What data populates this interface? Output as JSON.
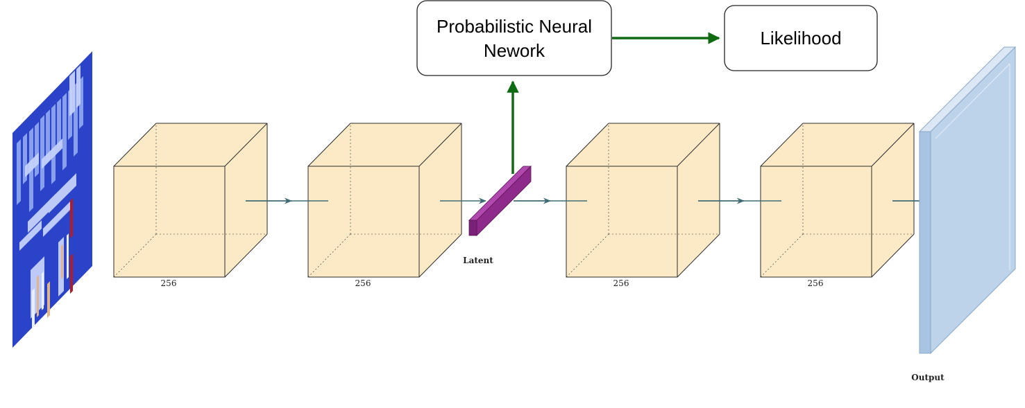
{
  "boxes": {
    "pnn_line1": "Probabilistic Neural",
    "pnn_line2": "Nework",
    "likelihood": "Likelihood"
  },
  "layers": [
    {
      "name": "encoder-block-1",
      "label": "256"
    },
    {
      "name": "encoder-block-2",
      "label": "256"
    },
    {
      "name": "decoder-block-1",
      "label": "256"
    },
    {
      "name": "decoder-block-2",
      "label": "256"
    }
  ],
  "latent_label": "Latent",
  "output_label": "Output",
  "colors": {
    "block_fill": "#fce9c6",
    "block_edge": "#2b2b2b",
    "latent": "#8e2a8a",
    "output": "#bcd3ea",
    "flow_arrow": "#3f6b75",
    "green_arrow": "#0e6b12",
    "input_bg": "#2b43c8"
  }
}
